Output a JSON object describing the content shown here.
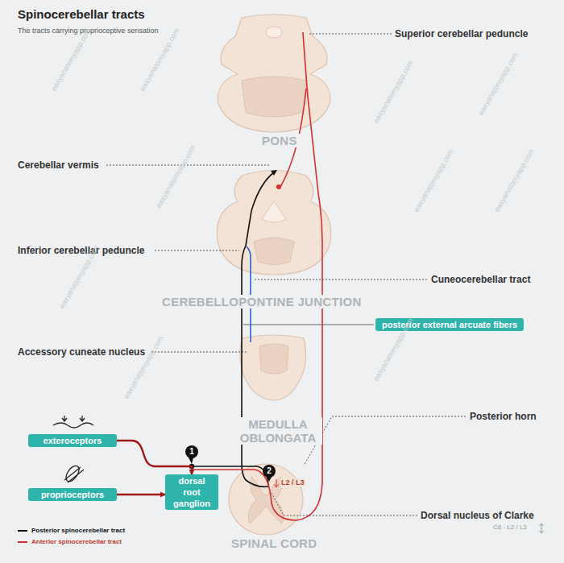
{
  "diagram": {
    "title": "Spinocerebellar tracts",
    "caption": "The tracts carrying proprioceptive sensation",
    "nodes": [
      {
        "text": [
          "posterior external arcuate fibers"
        ]
      },
      {
        "text": [
          "exteroceptors"
        ]
      },
      {
        "text": [
          "dorsal root ganglion"
        ]
      },
      {
        "text": [
          "proprioceptors"
        ]
      }
    ],
    "edges": [
      {
        "from": 1,
        "to": 2,
        "arrow": "to"
      },
      {
        "from": 3,
        "to": 2,
        "arrow": "to"
      }
    ],
    "labels": [
      "Superior cerebellar peduncle",
      "Cerebellar vermis",
      "PONS",
      "Inferior cerebellar peduncle",
      "Cuneocerebellar tract",
      "CEREBELLOPONTINE JUNCTION",
      "Accessory cuneate nucleus",
      "MEDULLA OBLONGATA",
      "Posterior horn",
      "1",
      "2",
      "L2 / L3",
      "Dorsal nucleus of Clarke",
      "C8 - L2 / L3",
      "SPINAL CORD",
      "easyanatomyapp.com",
      "easyanatomyapp.com",
      "easyanatomyapp.com",
      "easyanatomyapp.com",
      "easyanatomyapp.com",
      "easyanatomyapp.com",
      "easyanatomyapp.com",
      "easyanatomyapp.com",
      "easyanatomyapp.com",
      "easyanatomyapp.com"
    ],
    "legend": [
      {
        "text": "Posterior spinocerebellar tract"
      },
      {
        "text": "Anterior spinocerebellar tract"
      }
    ]
  }
}
